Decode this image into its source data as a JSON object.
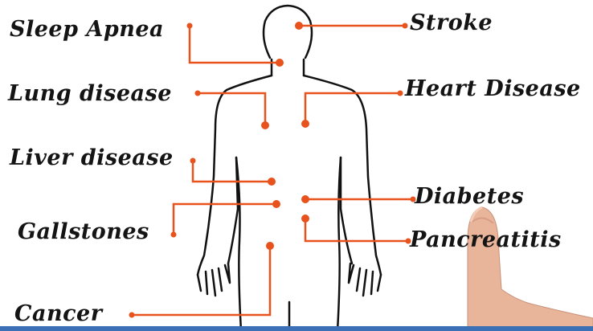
{
  "labels": {
    "sleep_apnea": "Sleep Apnea",
    "lung_disease": "Lung disease",
    "liver_disease": "Liver disease",
    "gallstones": "Gallstones",
    "cancer": "Cancer",
    "stroke": "Stroke",
    "heart_disease": "Heart Disease",
    "diabetes": "Diabetes",
    "pancreatitis": "Pancreatitis"
  },
  "colors": {
    "connector": "#e8521c",
    "body_outline": "#111111",
    "text": "#141414",
    "bottom_bar": "#3b6fb6",
    "finger": "#e8b49a"
  },
  "icons": {
    "body": "human-body-outline-icon",
    "finger": "pointing-finger-icon"
  }
}
